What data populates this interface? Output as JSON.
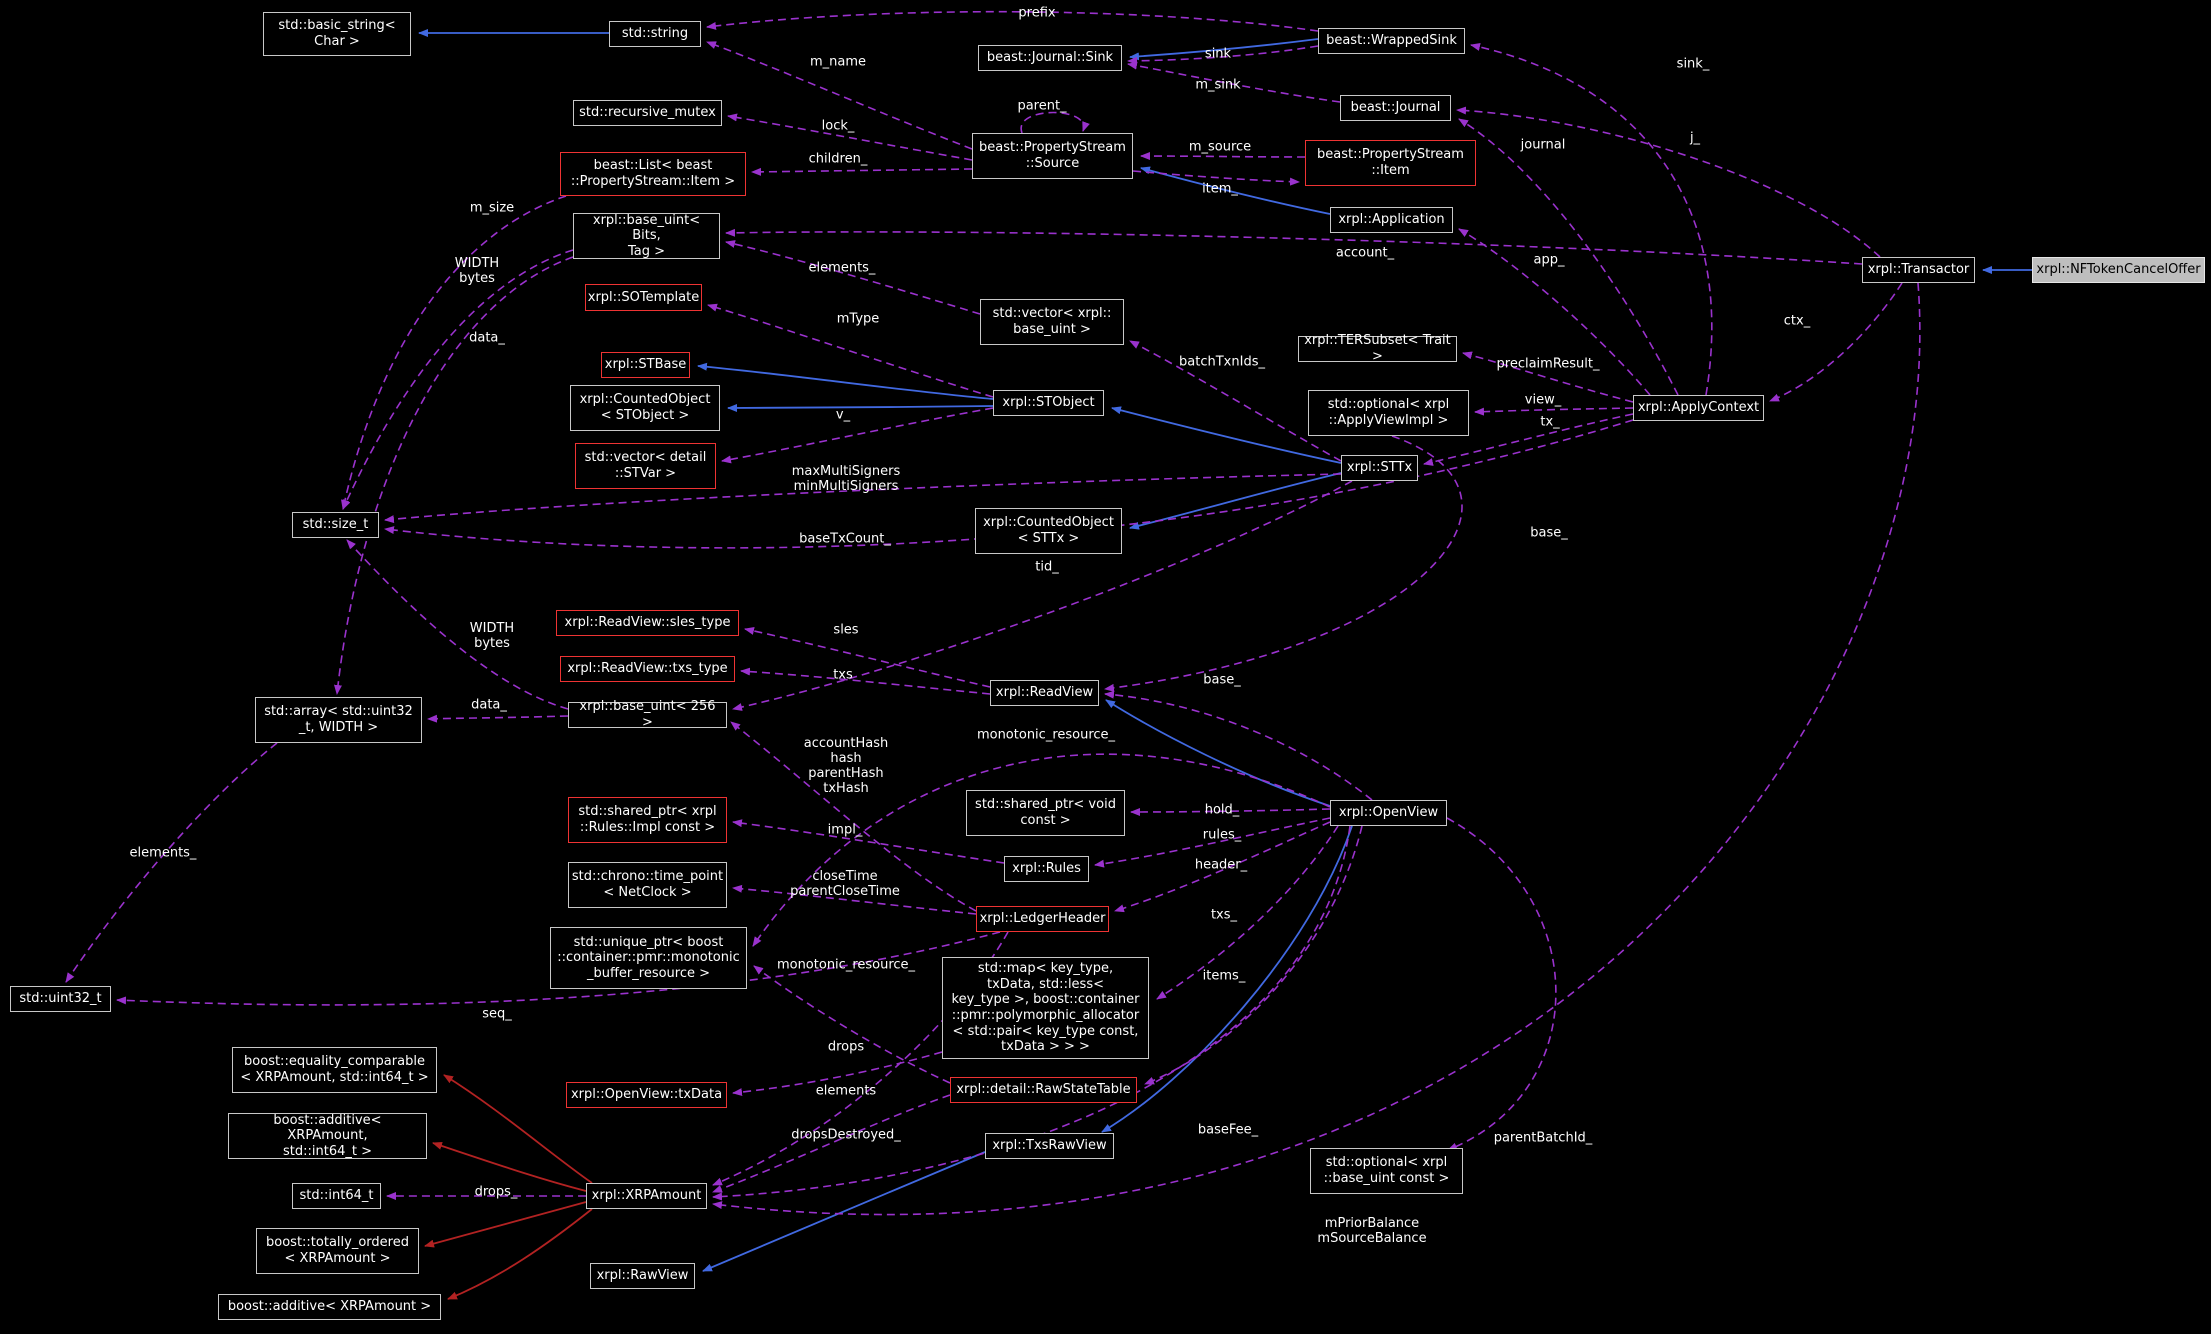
{
  "colors": {
    "background": "#000000",
    "node_border": "#c8c8c8",
    "node_border_highlight": "#ee3333",
    "node_text": "#ffffff",
    "target_node_bg": "#bebebe",
    "target_node_text": "#000000",
    "usage_edge": "#9a32cd",
    "inheritance_edge": "#4169e1",
    "private_inheritance_edge": "#b22222",
    "edge_label_text": "#ffffff"
  },
  "nodes": {
    "basic_string": {
      "label": "std::basic_string<\nChar >"
    },
    "string": {
      "label": "std::string"
    },
    "journal_sink": {
      "label": "beast::Journal::Sink"
    },
    "wrapped_sink": {
      "label": "beast::WrappedSink"
    },
    "journal": {
      "label": "beast::Journal"
    },
    "recursive_mutex": {
      "label": "std::recursive_mutex"
    },
    "ps_source": {
      "label": "beast::PropertyStream\n::Source"
    },
    "ps_item": {
      "label": "beast::PropertyStream\n::Item"
    },
    "list_item": {
      "label": "beast::List< beast\n::PropertyStream::Item >"
    },
    "application": {
      "label": "xrpl::Application"
    },
    "base_uint_bits": {
      "label": "xrpl::base_uint< Bits,\nTag >"
    },
    "transactor": {
      "label": "xrpl::Transactor"
    },
    "nftoken_cancel_offer": {
      "label": "xrpl::NFTokenCancelOffer"
    },
    "sotemplate": {
      "label": "xrpl::SOTemplate"
    },
    "vector_base_uint": {
      "label": "std::vector< xrpl::\nbase_uint >"
    },
    "tersubset": {
      "label": "xrpl::TERSubset< Trait >"
    },
    "stbase": {
      "label": "xrpl::STBase"
    },
    "counted_stobject": {
      "label": "xrpl::CountedObject\n< STObject >"
    },
    "stobject": {
      "label": "xrpl::STObject"
    },
    "optional_applyviewimpl": {
      "label": "std::optional< xrpl\n::ApplyViewImpl >"
    },
    "applycontext": {
      "label": "xrpl::ApplyContext"
    },
    "vector_stvar": {
      "label": "std::vector< detail\n::STVar >"
    },
    "sttx": {
      "label": "xrpl::STTx"
    },
    "size_t": {
      "label": "std::size_t"
    },
    "counted_sttx": {
      "label": "xrpl::CountedObject\n< STTx >"
    },
    "sles_type": {
      "label": "xrpl::ReadView::sles_type"
    },
    "txs_type": {
      "label": "xrpl::ReadView::txs_type"
    },
    "readview": {
      "label": "xrpl::ReadView"
    },
    "array_uint32": {
      "label": "std::array< std::uint32\n_t, WIDTH >"
    },
    "base_uint_256": {
      "label": "xrpl::base_uint< 256 >"
    },
    "shared_rules_impl": {
      "label": "std::shared_ptr< xrpl\n::Rules::Impl const >"
    },
    "shared_void": {
      "label": "std::shared_ptr< void\nconst >"
    },
    "openview": {
      "label": "xrpl::OpenView"
    },
    "rules": {
      "label": "xrpl::Rules"
    },
    "timepoint": {
      "label": "std::chrono::time_point\n< NetClock >"
    },
    "ledgerheader": {
      "label": "xrpl::LedgerHeader"
    },
    "unique_ptr_mono": {
      "label": "std::unique_ptr< boost\n::container::pmr::monotonic\n_buffer_resource >"
    },
    "map_txdata": {
      "label": "std::map< key_type,\ntxData, std::less<\nkey_type >, boost::container\n::pmr::polymorphic_allocator\n< std::pair< key_type const,\ntxData > > >"
    },
    "uint32_t": {
      "label": "std::uint32_t"
    },
    "equality_comparable": {
      "label": "boost::equality_comparable\n< XRPAmount, std::int64_t >"
    },
    "openview_txdata": {
      "label": "xrpl::OpenView::txData"
    },
    "rawstatetable": {
      "label": "xrpl::detail::RawStateTable"
    },
    "additive_int64": {
      "label": "boost::additive< XRPAmount,\nstd::int64_t >"
    },
    "txsrawview": {
      "label": "xrpl::TxsRawView"
    },
    "optional_base_uint": {
      "label": "std::optional< xrpl\n::base_uint const >"
    },
    "int64_t": {
      "label": "std::int64_t"
    },
    "xrpamount": {
      "label": "xrpl::XRPAmount"
    },
    "totally_ordered": {
      "label": "boost::totally_ordered\n< XRPAmount >"
    },
    "rawview": {
      "label": "xrpl::RawView"
    },
    "additive_xrp": {
      "label": "boost::additive< XRPAmount >"
    }
  },
  "edge_labels": {
    "prefix": "prefix",
    "sink": "sink",
    "sink_": "sink_",
    "m_sink": "m_sink",
    "m_name": "m_name",
    "parent_": "parent_",
    "lock_": "lock_",
    "journal": "journal",
    "j_": "j_",
    "children_": "children_",
    "m_source": "m_source",
    "item_": "item_",
    "m_size": "m_size",
    "account_": "account_",
    "app_": "app_",
    "elements_vec": "elements_",
    "width_bytes_1": "WIDTH\nbytes",
    "ctx_": "ctx_",
    "mType": "mType",
    "data_1": "data_",
    "batchTxnIds_": "batchTxnIds_",
    "preclaimResult_": "preclaimResult_",
    "view_": "view_",
    "tx_": "tx_",
    "v_": "v_",
    "multiSigners": "maxMultiSigners\nminMultiSigners",
    "base_1": "base_",
    "baseTxCount_": "baseTxCount_",
    "tid_": "tid_",
    "width_bytes_2": "WIDTH\nbytes",
    "sles": "sles",
    "txs": "txs",
    "base_2": "base_",
    "data_2": "data_",
    "monotonic_1": "monotonic_resource_",
    "hashes": "accountHash\nhash\nparentHash\ntxHash",
    "hold_": "hold_",
    "rules_": "rules_",
    "impl_": "impl_",
    "header_": "header_",
    "closeTimes": "closeTime\nparentCloseTime",
    "txs_": "txs_",
    "elements_arr": "elements_",
    "monotonic_2": "monotonic_resource_",
    "items_": "items_",
    "seq_": "seq_",
    "drops": "drops",
    "elements": "elements",
    "baseFee_": "baseFee_",
    "dropsDestroyed_": "dropsDestroyed_",
    "parentBatchId_": "parentBatchId_",
    "drops_": "drops_",
    "balances": "mPriorBalance\nmSourceBalance"
  }
}
